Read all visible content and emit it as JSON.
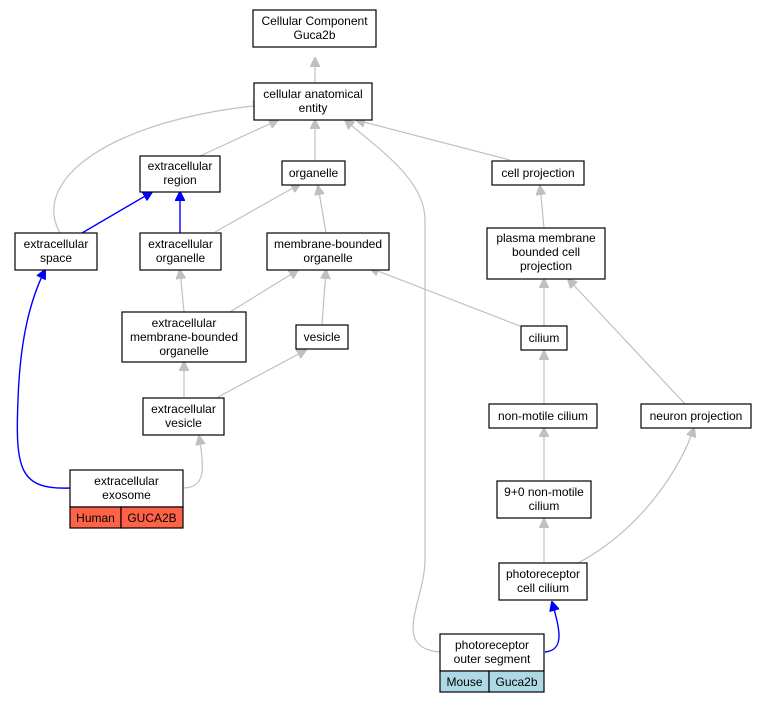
{
  "nodes": {
    "root": [
      "Cellular Component",
      "Guca2b"
    ],
    "cae": [
      "cellular anatomical",
      "entity"
    ],
    "ext_region": [
      "extracellular",
      "region"
    ],
    "organelle": [
      "organelle"
    ],
    "cell_proj": [
      "cell projection"
    ],
    "ext_space": [
      "extracellular",
      "space"
    ],
    "ext_organelle": [
      "extracellular",
      "organelle"
    ],
    "mb_organelle": [
      "membrane-bounded",
      "organelle"
    ],
    "pm_bounded": [
      "plasma membrane",
      "bounded cell",
      "projection"
    ],
    "ext_mb_organelle": [
      "extracellular",
      "membrane-bounded",
      "organelle"
    ],
    "vesicle": [
      "vesicle"
    ],
    "cilium": [
      "cilium"
    ],
    "ext_vesicle": [
      "extracellular",
      "vesicle"
    ],
    "non_motile": [
      "non-motile cilium"
    ],
    "neuron_proj": [
      "neuron projection"
    ],
    "exosome": [
      "extracellular",
      "exosome"
    ],
    "nine_zero": [
      "9+0 non-motile",
      "cilium"
    ],
    "photo_cilium": [
      "photoreceptor",
      "cell cilium"
    ],
    "outer_segment": [
      "photoreceptor",
      "outer segment"
    ]
  },
  "annotations": {
    "exosome": {
      "species": "Human",
      "gene": "GUCA2B",
      "species_color": "#ff6347",
      "gene_color": "#ff6347"
    },
    "outer_segment": {
      "species": "Mouse",
      "gene": "Guca2b",
      "species_color": "#add8e6",
      "gene_color": "#add8e6"
    }
  },
  "edge_colors": {
    "is_a": "#c0c0c0",
    "part_of": "#0000ff"
  }
}
